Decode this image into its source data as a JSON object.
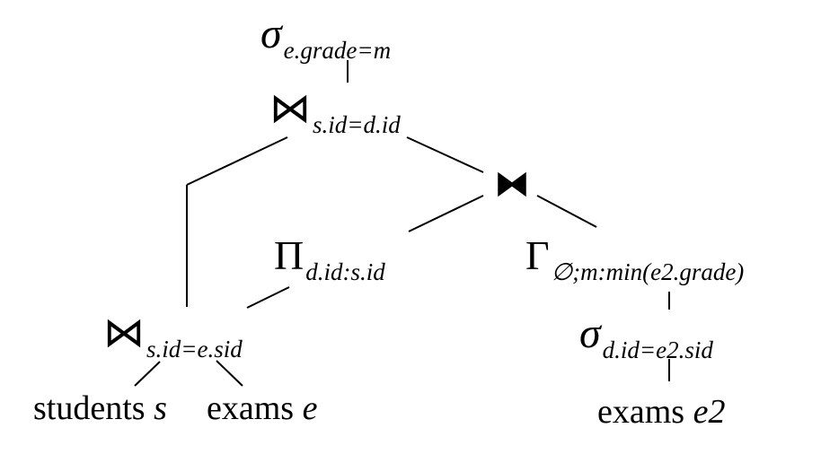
{
  "diagram": {
    "nodes": {
      "select_top": {
        "symbol": "σ",
        "subscript": "e.grade=m"
      },
      "join_top": {
        "symbol": "⋈",
        "subscript": "s.id=d.id"
      },
      "dependent_join": {
        "symbol": "⧓"
      },
      "projection": {
        "symbol": "Π",
        "subscript": "d.id:s.id"
      },
      "groupby": {
        "symbol": "Γ",
        "subscript": "∅;m:min(e2.grade)"
      },
      "join_bottom": {
        "symbol": "⋈",
        "subscript": "s.id=e.sid"
      },
      "select_bottom": {
        "symbol": "σ",
        "subscript": "d.id=e2.sid"
      },
      "students": {
        "name": "students",
        "alias": "s"
      },
      "exams_e": {
        "name": "exams",
        "alias": "e"
      },
      "exams_e2": {
        "name": "exams",
        "alias": "e2"
      }
    },
    "edges": [
      [
        "select_top",
        "join_top"
      ],
      [
        "join_top",
        "join_bottom"
      ],
      [
        "join_top",
        "dependent_join"
      ],
      [
        "dependent_join",
        "projection"
      ],
      [
        "dependent_join",
        "groupby"
      ],
      [
        "projection",
        "join_bottom"
      ],
      [
        "groupby",
        "select_bottom"
      ],
      [
        "select_bottom",
        "exams_e2"
      ],
      [
        "join_bottom",
        "students"
      ],
      [
        "join_bottom",
        "exams_e"
      ]
    ]
  }
}
